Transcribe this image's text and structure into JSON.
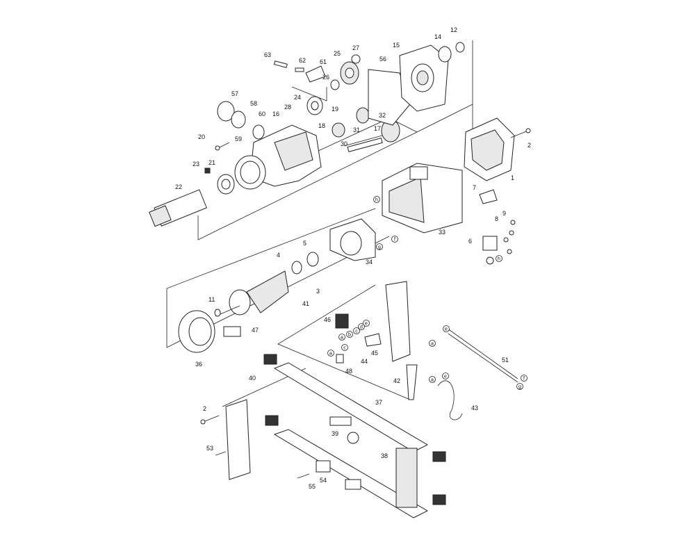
{
  "labels": [
    {
      "text": "63"
    },
    {
      "text": "62"
    },
    {
      "text": "61"
    },
    {
      "text": "26"
    },
    {
      "text": "25"
    },
    {
      "text": "27"
    },
    {
      "text": "56"
    },
    {
      "text": "15"
    },
    {
      "text": "14"
    },
    {
      "text": "12"
    },
    {
      "text": "57"
    },
    {
      "text": "58"
    },
    {
      "text": "60"
    },
    {
      "text": "16"
    },
    {
      "text": "28"
    },
    {
      "text": "24"
    },
    {
      "text": "19"
    },
    {
      "text": "32"
    },
    {
      "text": "18"
    },
    {
      "text": "31"
    },
    {
      "text": "17"
    },
    {
      "text": "20"
    },
    {
      "text": "59"
    },
    {
      "text": "30"
    },
    {
      "text": "23"
    },
    {
      "text": "21"
    },
    {
      "text": "22"
    },
    {
      "text": "2"
    },
    {
      "text": "1"
    },
    {
      "text": "7"
    },
    {
      "text": "9"
    },
    {
      "text": "8"
    },
    {
      "text": "6"
    },
    {
      "text": "33"
    },
    {
      "text": "34"
    },
    {
      "text": "5"
    },
    {
      "text": "4"
    },
    {
      "text": "3"
    },
    {
      "text": "11"
    },
    {
      "text": "47"
    },
    {
      "text": "36"
    },
    {
      "text": "41"
    },
    {
      "text": "46"
    },
    {
      "text": "45"
    },
    {
      "text": "44"
    },
    {
      "text": "48"
    },
    {
      "text": "42"
    },
    {
      "text": "51"
    },
    {
      "text": "43"
    },
    {
      "text": "40"
    },
    {
      "text": "37"
    },
    {
      "text": "2"
    },
    {
      "text": "39"
    },
    {
      "text": "53"
    },
    {
      "text": "38"
    },
    {
      "text": "54"
    },
    {
      "text": "55"
    }
  ],
  "wire_tags": [
    {
      "text": "h"
    },
    {
      "text": "g"
    },
    {
      "text": "f"
    },
    {
      "text": "h"
    },
    {
      "text": "a"
    },
    {
      "text": "b"
    },
    {
      "text": "c"
    },
    {
      "text": "d"
    },
    {
      "text": "e"
    },
    {
      "text": "a"
    },
    {
      "text": "c"
    },
    {
      "text": "e"
    },
    {
      "text": "a"
    },
    {
      "text": "f"
    },
    {
      "text": "g"
    },
    {
      "text": "a"
    },
    {
      "text": "e"
    }
  ]
}
